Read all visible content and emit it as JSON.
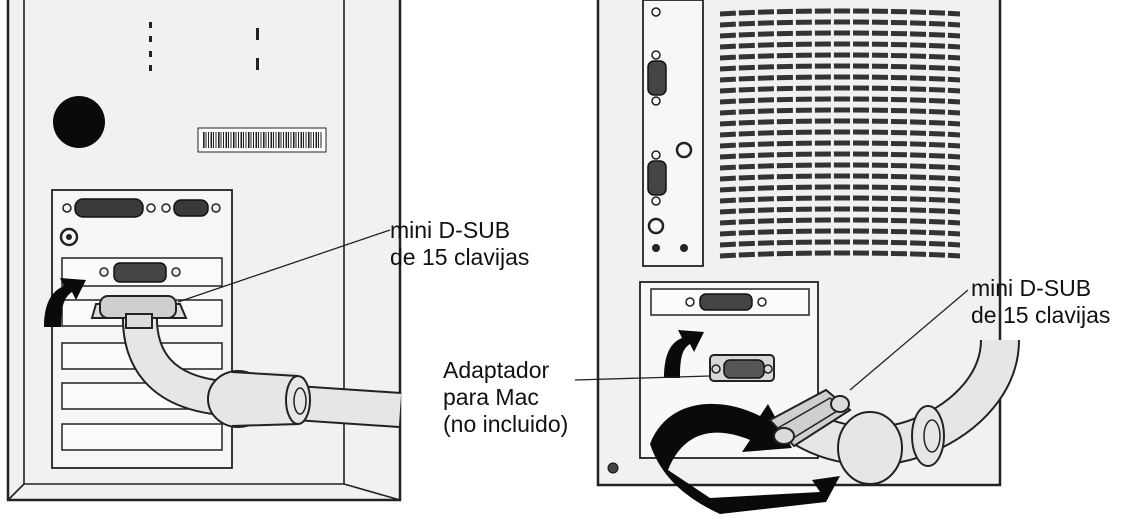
{
  "labels": {
    "connector_left": [
      "mini D-SUB",
      "de 15 clavijas"
    ],
    "connector_right": [
      "mini D-SUB",
      "de 15 clavijas"
    ],
    "adapter": [
      "Adaptador",
      "para Mac",
      "(no incluido)"
    ]
  },
  "colors": {
    "line": "#222222",
    "panel": "#f1f1f1",
    "cable": "#e6e6e6",
    "arrow": "#0a0a0a"
  }
}
